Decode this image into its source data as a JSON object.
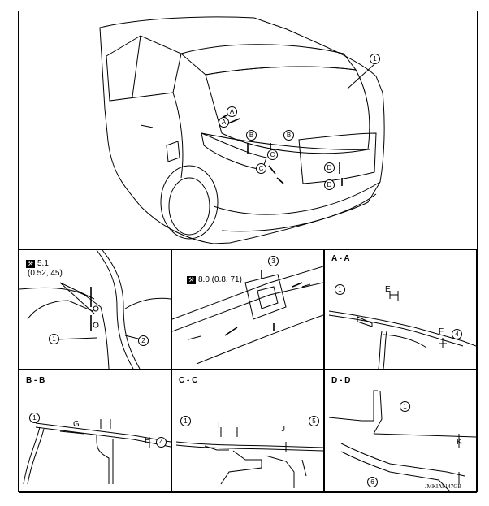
{
  "callouts": {
    "n1": "1",
    "n2": "2",
    "n3": "3",
    "n4": "4",
    "n5": "5",
    "n6": "6"
  },
  "section_letters": {
    "A": "A",
    "B": "B",
    "C": "C",
    "D": "D"
  },
  "section_titles": {
    "aa": "A - A",
    "bb": "B - B",
    "cc": "C - C",
    "dd": "D - D"
  },
  "dims": {
    "E": "E",
    "F": "F",
    "G": "G",
    "H": "H",
    "I": "I",
    "J": "J",
    "K": "K"
  },
  "torque": {
    "left_value": "5.1",
    "left_units": "(0.52, 45)",
    "center_value": "8.0 (0.8, 71)"
  },
  "figure_code": "JMKIA8147GB",
  "icons": [
    "torque-wrench-icon",
    "direction-arrow-icon"
  ]
}
